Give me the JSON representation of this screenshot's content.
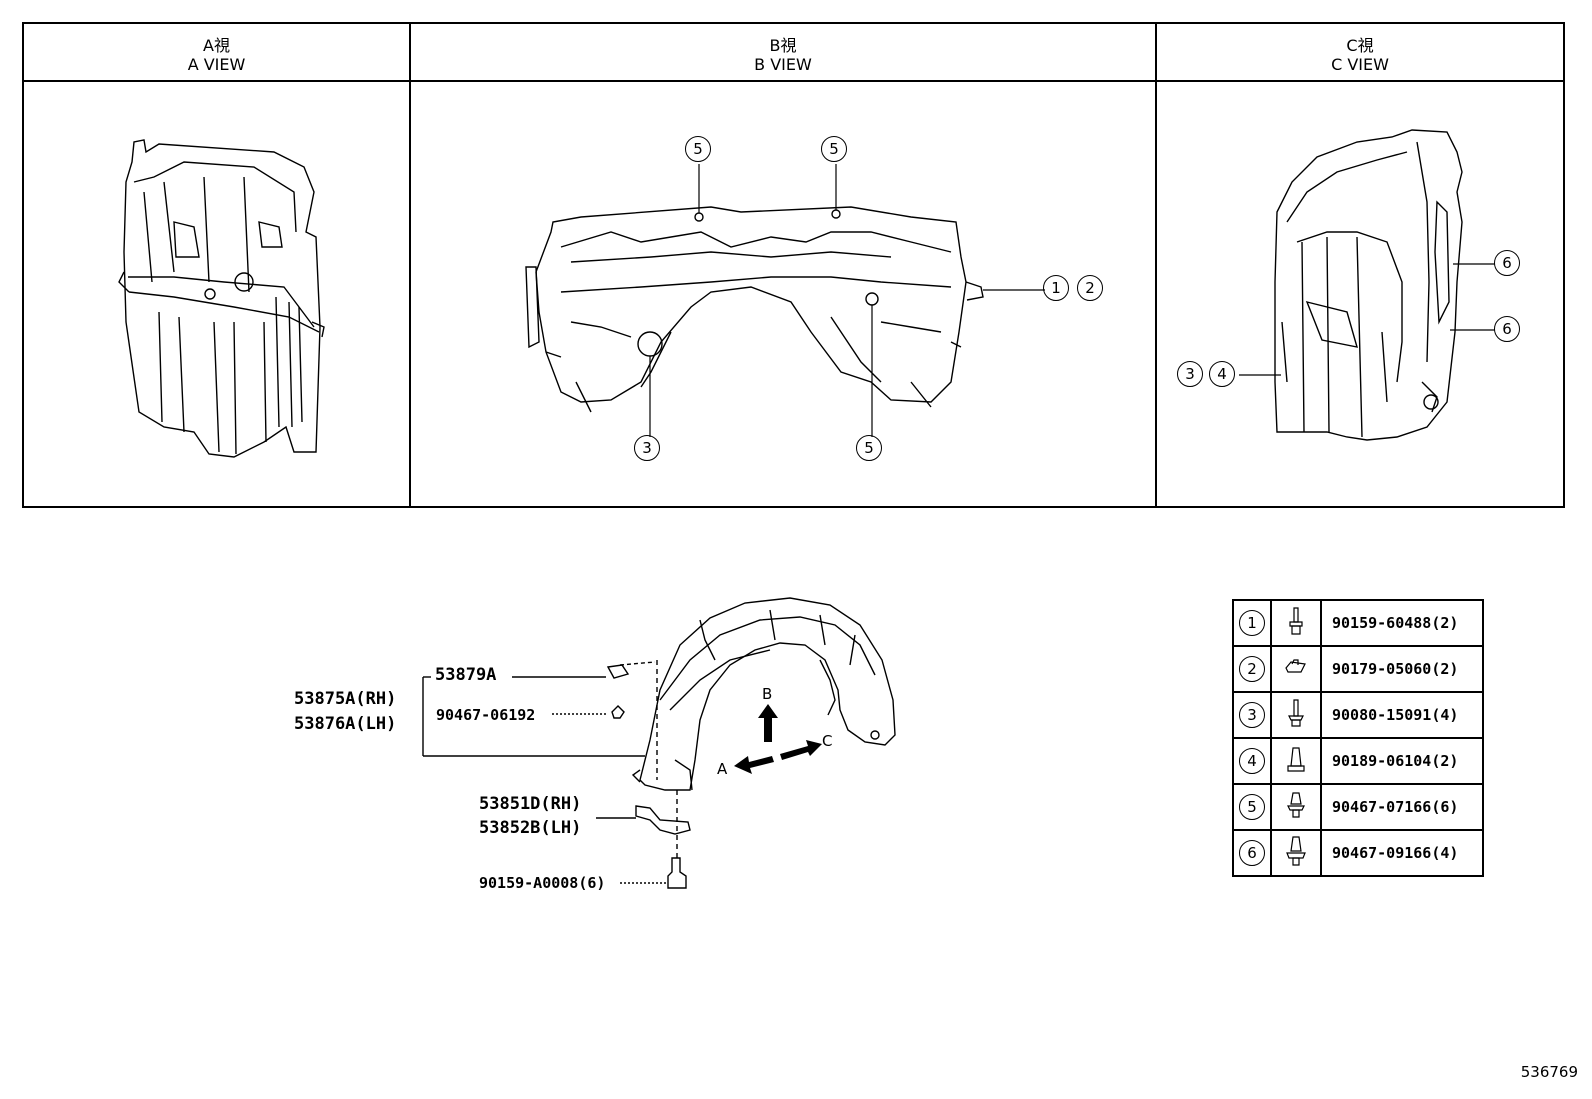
{
  "views": [
    {
      "title_jp": "A視",
      "title_en": "A VIEW"
    },
    {
      "title_jp": "B視",
      "title_en": "B VIEW"
    },
    {
      "title_jp": "C視",
      "title_en": "C VIEW"
    }
  ],
  "callouts": {
    "b_top_left": "5",
    "b_top_right": "5",
    "b_right_1": "1",
    "b_right_2": "2",
    "b_bottom_left": "3",
    "b_bottom_right": "5",
    "c_right_top": "6",
    "c_right_bottom": "6",
    "c_left_1": "3",
    "c_left_2": "4"
  },
  "assembly": {
    "part_53879": "53879A",
    "part_53875": "53875A(RH)",
    "part_53876": "53876A(LH)",
    "part_90467_06192": "90467-06192",
    "part_53851": "53851D(RH)",
    "part_53852": "53852B(LH)",
    "part_90159_a0008": "90159-A0008(6)",
    "arrow_a": "A",
    "arrow_b": "B",
    "arrow_c": "C"
  },
  "legend": [
    {
      "num": "1",
      "icon": "bolt-icon",
      "part": "90159-60488(2)"
    },
    {
      "num": "2",
      "icon": "clip-nut-icon",
      "part": "90179-05060(2)"
    },
    {
      "num": "3",
      "icon": "screw-icon",
      "part": "90080-15091(4)"
    },
    {
      "num": "4",
      "icon": "grommet-icon",
      "part": "90189-06104(2)"
    },
    {
      "num": "5",
      "icon": "push-clip-icon",
      "part": "90467-07166(6)"
    },
    {
      "num": "6",
      "icon": "push-clip-large-icon",
      "part": "90467-09166(4)"
    }
  ],
  "footer": {
    "diagram_id": "536769"
  }
}
